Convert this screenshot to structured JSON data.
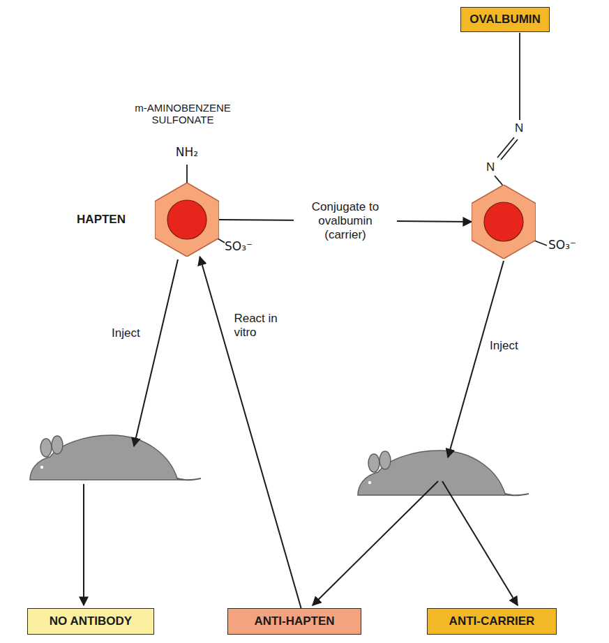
{
  "diagram": {
    "nodes": [
      {
        "text": [
          "HAPTEN"
        ]
      },
      {
        "text": [
          "SO₃⁻"
        ]
      },
      {
        "text": [
          "OVALBUMIN"
        ]
      },
      {
        "text": [
          "NO ANTIBODY"
        ]
      },
      {
        "text": [
          "ANTI-HAPTEN"
        ]
      },
      {
        "text": [
          "ANTI-CARRIER"
        ]
      }
    ],
    "edges": [
      {
        "from": 0,
        "to": 1,
        "arrow": "to",
        "label": "Conjugate to ovalbumin (carrier)"
      },
      {
        "from": 4,
        "to": 0,
        "arrow": "to",
        "label": "React in vitro"
      }
    ],
    "labels": [
      "m-AMINOBENZENE SULFONATE",
      "NH₂",
      "SO₃⁻",
      "N",
      "N",
      "Inject",
      "Inject"
    ]
  }
}
